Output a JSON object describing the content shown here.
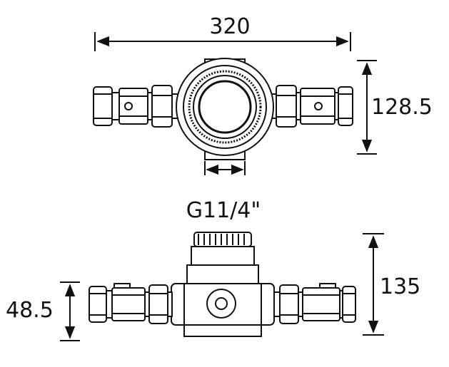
{
  "dimensions": {
    "overall_width": "320",
    "top_view_depth": "128.5",
    "thread": "G11/4\"",
    "overall_height": "135",
    "centre_height": "48.5"
  },
  "colors": {
    "stroke": "#111111",
    "body_fill": "#ffffff"
  }
}
